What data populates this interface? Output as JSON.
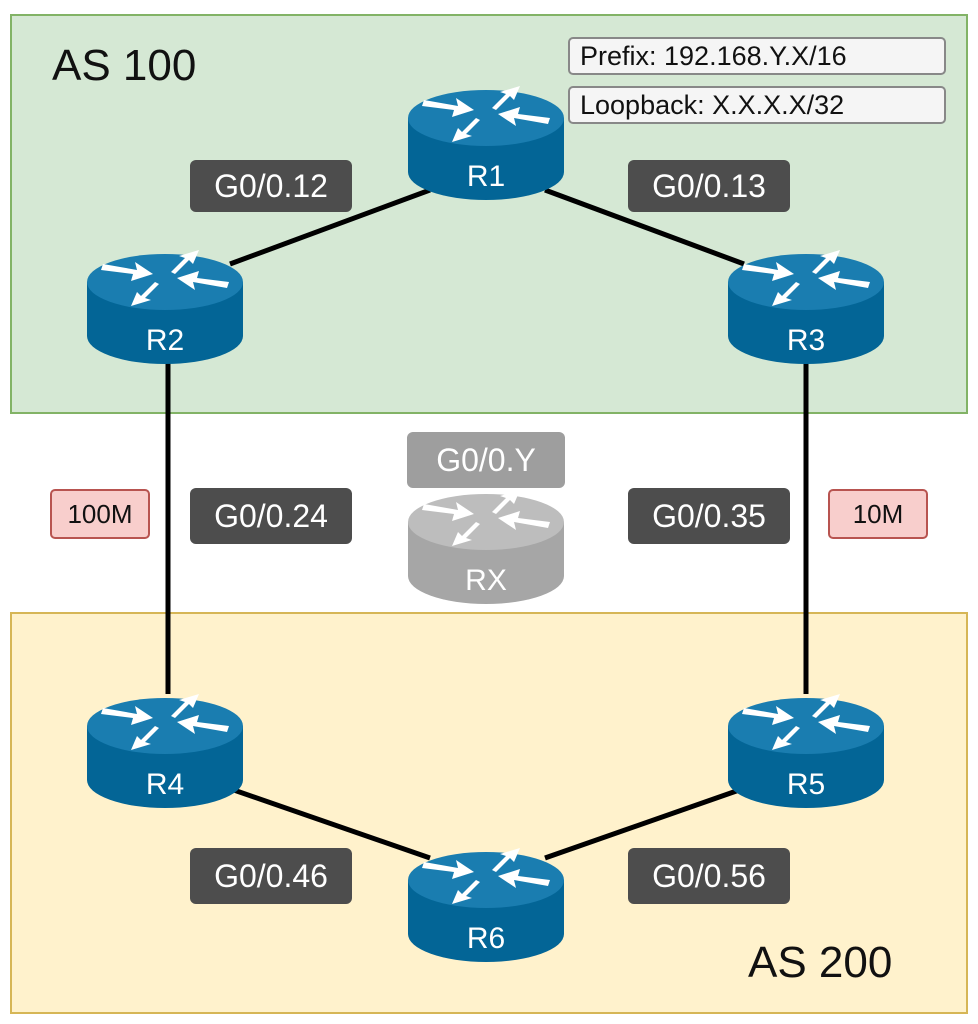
{
  "zones": {
    "as100": {
      "label": "AS 100",
      "color": "#d5e8d4",
      "border": "#82b366"
    },
    "as200": {
      "label": "AS 200",
      "color": "#fff2cc",
      "border": "#d6b656"
    }
  },
  "info_boxes": {
    "prefix": "Prefix: 192.168.Y.X/16",
    "loopback": "Loopback: X.X.X.X/32"
  },
  "routers": [
    {
      "id": "r1",
      "name": "R1"
    },
    {
      "id": "r2",
      "name": "R2"
    },
    {
      "id": "r3",
      "name": "R3"
    },
    {
      "id": "r4",
      "name": "R4"
    },
    {
      "id": "r5",
      "name": "R5"
    },
    {
      "id": "r6",
      "name": "R6"
    },
    {
      "id": "rx",
      "name": "RX",
      "legend": true
    }
  ],
  "links": {
    "r1_r2": "G0/0.12",
    "r1_r3": "G0/0.13",
    "r2_r4": "G0/0.24",
    "r3_r5": "G0/0.35",
    "r4_r6": "G0/0.46",
    "r5_r6": "G0/0.56",
    "rx": "G0/0.Y"
  },
  "bandwidth": {
    "r2_r4": "100M",
    "r3_r5": "10M"
  },
  "colors": {
    "router": "#036596",
    "router_top": "#1a7db0",
    "legend_router": "#a6a6a6",
    "iface_label": "#4d4d4d",
    "bandwidth_label": "#f8cecc"
  }
}
